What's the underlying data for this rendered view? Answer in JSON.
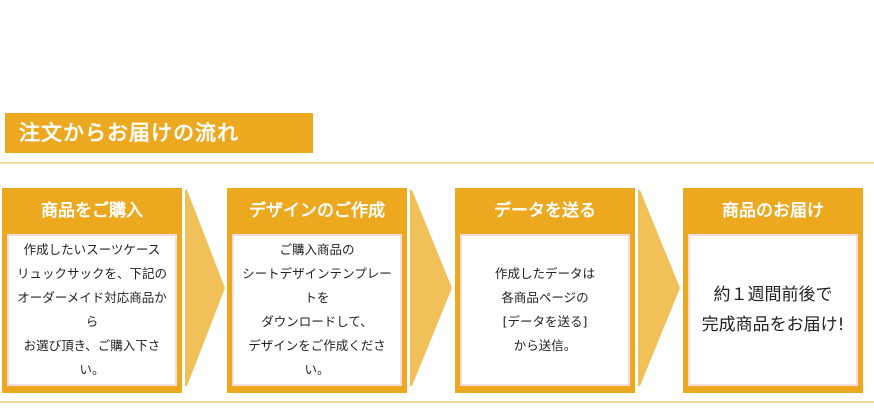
{
  "section": {
    "title": "注文からお届けの流れ"
  },
  "steps": [
    {
      "title": "商品をご購入",
      "lines": [
        "作成したいスーツケース",
        "リュックサックを、下記の",
        "オーダーメイド対応商品から",
        "お選び頂き、ご購入下さい。"
      ]
    },
    {
      "title": "デザインのご作成",
      "lines": [
        "ご購入商品の",
        "シートデザインテンプレートを",
        "ダウンロードして、",
        "デザインをご作成ください。"
      ]
    },
    {
      "title": "データを送る",
      "lines": [
        "作成したデータは",
        "各商品ページの",
        "[データを送る]",
        "から送信。"
      ]
    },
    {
      "title": "商品のお届け",
      "lines": [
        "約１週間前後で",
        "完成商品をお届け!"
      ]
    }
  ],
  "colors": {
    "accent": "#eca81f",
    "arrow": "#f1c159",
    "rule": "#f5d79a"
  }
}
